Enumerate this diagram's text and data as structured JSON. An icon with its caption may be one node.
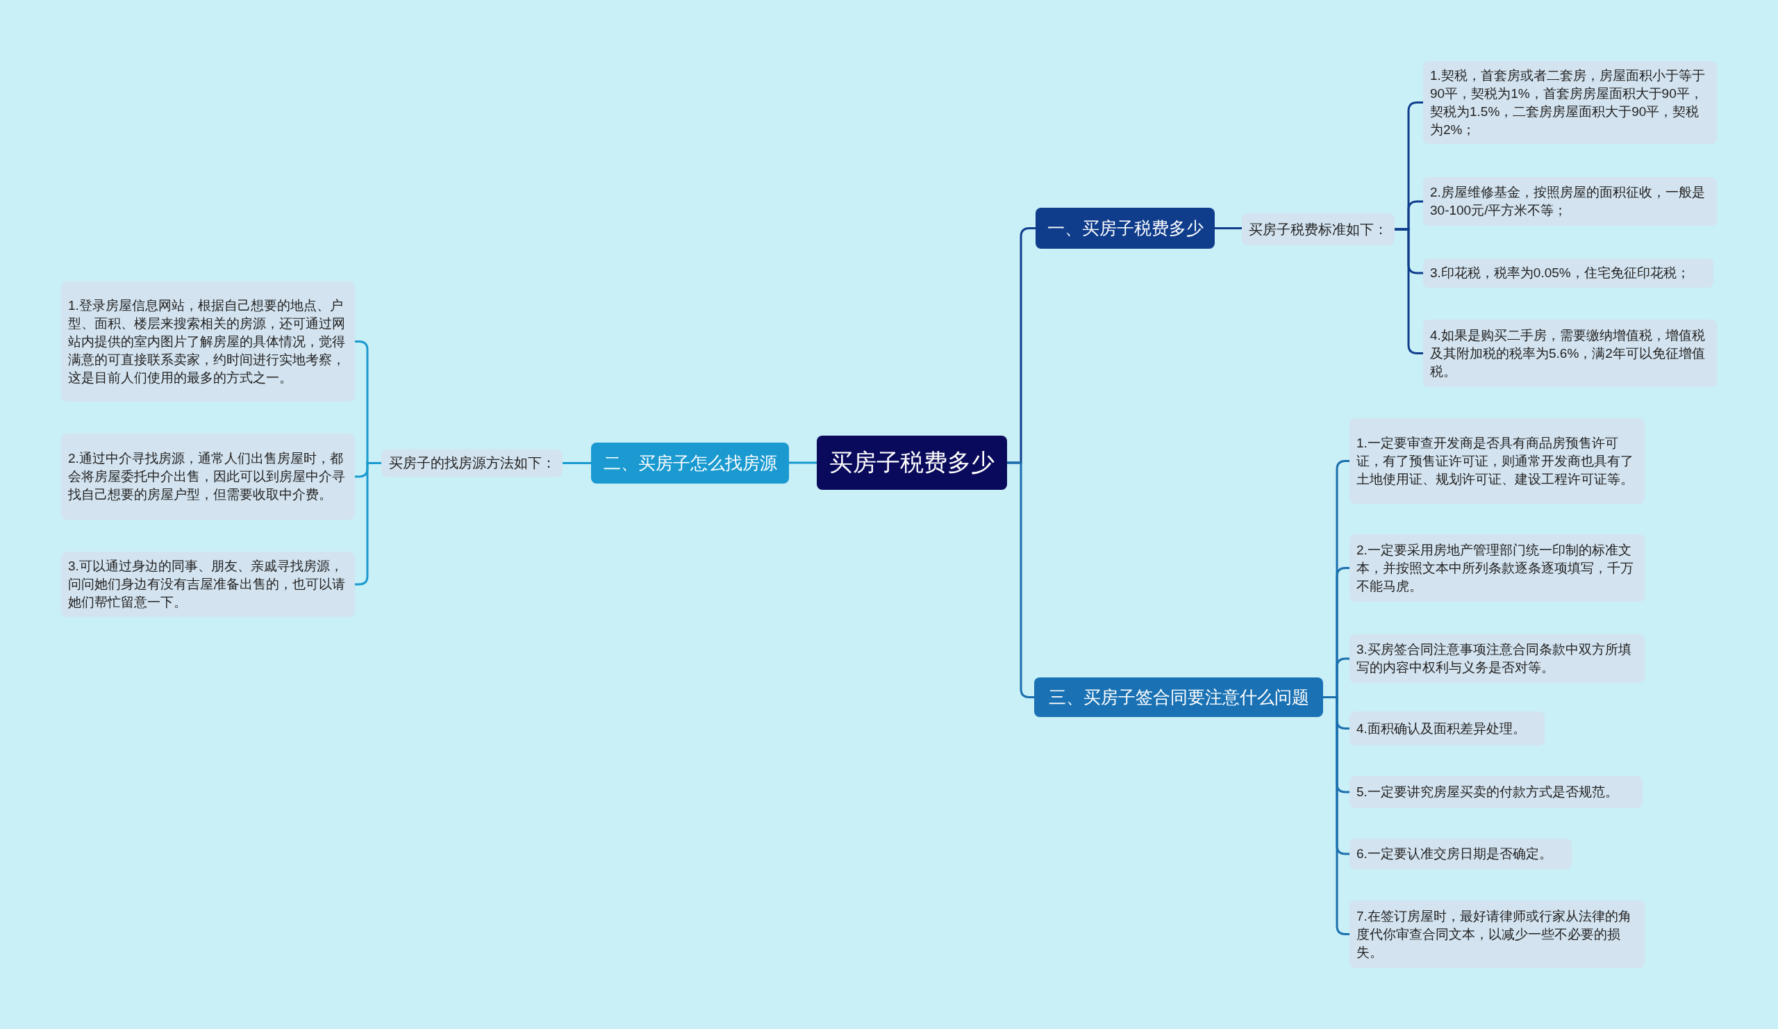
{
  "diagram": {
    "nodes": [
      {
        "text": [
          "买房子税费多少"
        ]
      },
      {
        "text": [
          "一、买房子税费多少"
        ]
      },
      {
        "text": [
          "买房子税费标准如下："
        ]
      },
      {
        "text": [
          "1.契税，首套房或者二套房，房屋面积小于等于90平，契税为1%，首套房房屋面积大于90平，契税为1.5%，二套房房屋面积大于90平，契税为2%；"
        ]
      },
      {
        "text": [
          "2.房屋维修基金，按照房屋的面积征收，一般是30-100元/平方米不等；"
        ]
      },
      {
        "text": [
          "3.印花税，税率为0.05%，住宅免征印花税；"
        ]
      },
      {
        "text": [
          "4.如果是购买二手房，需要缴纳增值税，增值税及其附加税的税率为5.6%，满2年可以免征增值税。"
        ]
      },
      {
        "text": [
          "二、买房子怎么找房源"
        ]
      },
      {
        "text": [
          "买房子的找房源方法如下："
        ]
      },
      {
        "text": [
          "1.登录房屋信息网站，根据自己想要的地点、户型、面积、楼层来搜索相关的房源，还可通过网站内提供的室内图片了解房屋的具体情况，觉得满意的可直接联系卖家，约时间进行实地考察，这是目前人们使用的最多的方式之一。"
        ]
      },
      {
        "text": [
          "2.通过中介寻找房源，通常人们出售房屋时，都会将房屋委托中介出售，因此可以到房屋中介寻找自己想要的房屋户型，但需要收取中介费。"
        ]
      },
      {
        "text": [
          "3.可以通过身边的同事、朋友、亲戚寻找房源，问问她们身边有没有吉屋准备出售的，也可以请她们帮忙留意一下。"
        ]
      },
      {
        "text": [
          "三、买房子签合同要注意什么问题"
        ]
      },
      {
        "text": [
          "1.一定要审查开发商是否具有商品房预售许可证，有了预售证许可证，则通常开发商也具有了土地使用证、规划许可证、建设工程许可证等。"
        ]
      },
      {
        "text": [
          "2.一定要采用房地产管理部门统一印制的标准文本，并按照文本中所列条款逐条逐项填写，千万不能马虎。"
        ]
      },
      {
        "text": [
          "3.买房签合同注意事项注意合同条款中双方所填写的内容中权利与义务是否对等。"
        ]
      },
      {
        "text": [
          "4.面积确认及面积差异处理。"
        ]
      },
      {
        "text": [
          "5.一定要讲究房屋买卖的付款方式是否规范。"
        ]
      },
      {
        "text": [
          "6.一定要认准交房日期是否确定。"
        ]
      },
      {
        "text": [
          "7.在签订房屋时，最好请律师或行家从法律的角度代你审查合同文本，以减少一些不必要的损失。"
        ]
      }
    ],
    "edges": [
      {
        "from": 0,
        "to": 1,
        "arrow": "none",
        "color": "#0f3d8c"
      },
      {
        "from": 1,
        "to": 2,
        "arrow": "none",
        "color": "#0f3d8c"
      },
      {
        "from": 2,
        "to": 3,
        "arrow": "none",
        "color": "#0f3d8c"
      },
      {
        "from": 2,
        "to": 4,
        "arrow": "none",
        "color": "#0f3d8c"
      },
      {
        "from": 2,
        "to": 5,
        "arrow": "none",
        "color": "#0f3d8c"
      },
      {
        "from": 2,
        "to": 6,
        "arrow": "none",
        "color": "#0f3d8c"
      },
      {
        "from": 0,
        "to": 7,
        "arrow": "none",
        "color": "#1a9ad0"
      },
      {
        "from": 7,
        "to": 8,
        "arrow": "none",
        "color": "#1a9ad0"
      },
      {
        "from": 8,
        "to": 9,
        "arrow": "none",
        "color": "#1a9ad0"
      },
      {
        "from": 8,
        "to": 10,
        "arrow": "none",
        "color": "#1a9ad0"
      },
      {
        "from": 8,
        "to": 11,
        "arrow": "none",
        "color": "#1a9ad0"
      },
      {
        "from": 0,
        "to": 12,
        "arrow": "none",
        "color": "#1a6fae"
      },
      {
        "from": 12,
        "to": 13,
        "arrow": "none",
        "color": "#1a6fae"
      },
      {
        "from": 12,
        "to": 14,
        "arrow": "none",
        "color": "#1a6fae"
      },
      {
        "from": 12,
        "to": 15,
        "arrow": "none",
        "color": "#1a6fae"
      },
      {
        "from": 12,
        "to": 16,
        "arrow": "none",
        "color": "#1a6fae"
      },
      {
        "from": 12,
        "to": 17,
        "arrow": "none",
        "color": "#1a6fae"
      },
      {
        "from": 12,
        "to": 18,
        "arrow": "none",
        "color": "#1a6fae"
      },
      {
        "from": 12,
        "to": 19,
        "arrow": "none",
        "color": "#1a6fae"
      }
    ]
  }
}
